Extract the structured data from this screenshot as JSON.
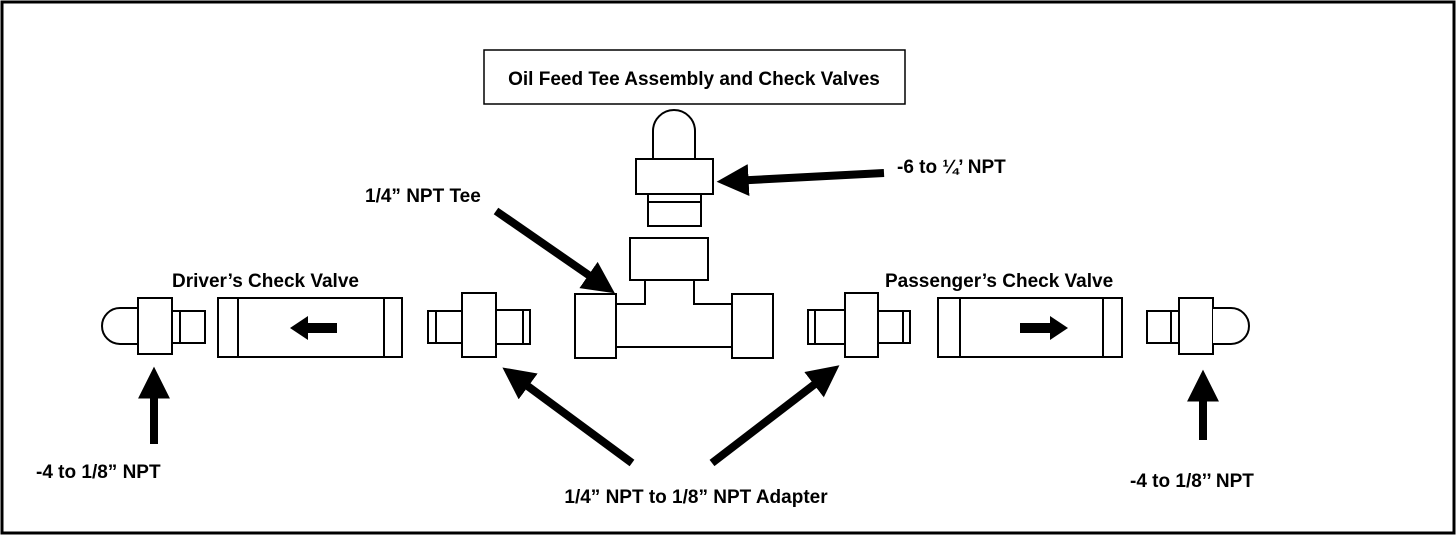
{
  "title": "Oil Feed Tee Assembly and Check Valves",
  "labels": {
    "fitting_top": "-6 to ¼’ NPT",
    "tee": "1/4” NPT Tee",
    "driver_valve": "Driver’s Check Valve",
    "passenger_valve": "Passenger’s Check Valve",
    "fitting_left": "-4 to 1/8” NPT",
    "adapter": "1/4” NPT to 1/8” NPT Adapter",
    "fitting_right": "-4 to 1/8’’ NPT"
  },
  "flow_directions": {
    "driver": "left",
    "passenger": "right"
  },
  "colors": {
    "stroke": "#000000",
    "background": "#ffffff"
  }
}
